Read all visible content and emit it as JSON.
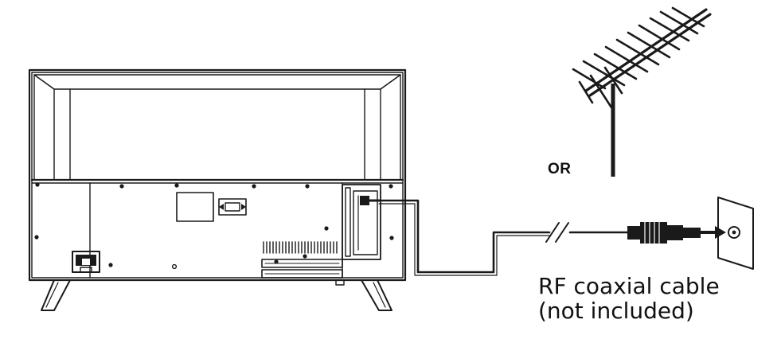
{
  "labels": {
    "or": "OR",
    "cable_line1": "RF coaxial cable",
    "cable_line2": "(not included)"
  },
  "colors": {
    "stroke": "#1a1a1a",
    "background": "#ffffff"
  }
}
